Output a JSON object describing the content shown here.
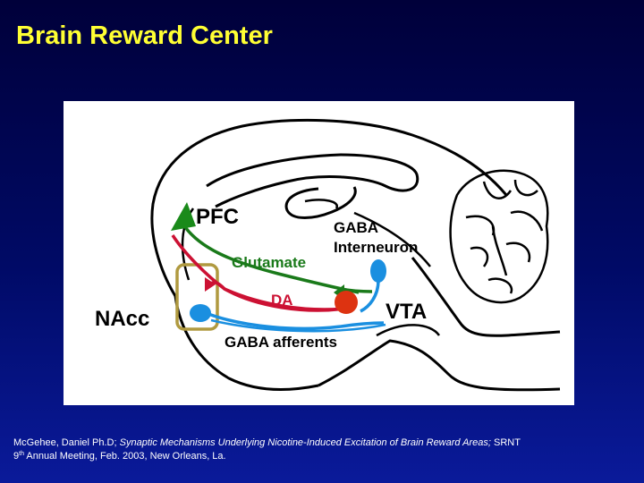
{
  "slide": {
    "title": "Brain Reward Center"
  },
  "diagram": {
    "labels": {
      "pfc": "PFC",
      "gaba_line1": "GABA",
      "gaba_line2": "Interneuron",
      "glutamate": "Glutamate",
      "da": "DA",
      "vta": "VTA",
      "nacc": "NAcc",
      "gaba_afferents": "GABA afferents"
    },
    "colors": {
      "glutamate": "#1a7a1a",
      "dopamine": "#cc1133",
      "gaba": "#1a8fe0",
      "vta_neuron": "#dd3311",
      "nacc_box": "#b09a40",
      "title": "#ffff33"
    }
  },
  "citation": {
    "author": "McGehee, Daniel Ph.D; ",
    "work": "Synaptic Mechanisms Underlying Nicotine-Induced Excitation of Brain Reward Areas;",
    "venue_start": " SRNT",
    "ordinal_num": "9",
    "ordinal_suffix": "th",
    "venue_rest": " Annual Meeting, Feb. 2003, New Orleans, La."
  }
}
